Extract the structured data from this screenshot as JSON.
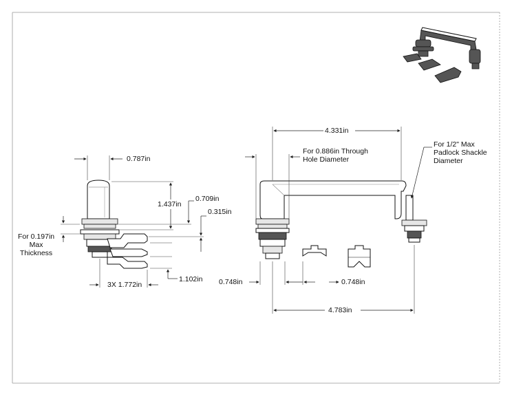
{
  "drawing": {
    "dimensions": {
      "knob_width": "0.787in",
      "knob_height": "1.437in",
      "step_height": "0.709in",
      "flange_height": "0.315in",
      "panel_thickness_note": "For 0.197in\nMax\nThickness",
      "cam_spacing": "3X 1.772in",
      "cam_offset": "1.102in",
      "handle_length": "4.331in",
      "through_hole_note": "For 0.886in Through\nHole Diameter",
      "padlock_note": "For 1/2\" Max\nPadlock Shackle\nDiameter",
      "left_hub": "0.748in",
      "right_hub": "0.748in",
      "overall_length": "4.783in"
    }
  }
}
